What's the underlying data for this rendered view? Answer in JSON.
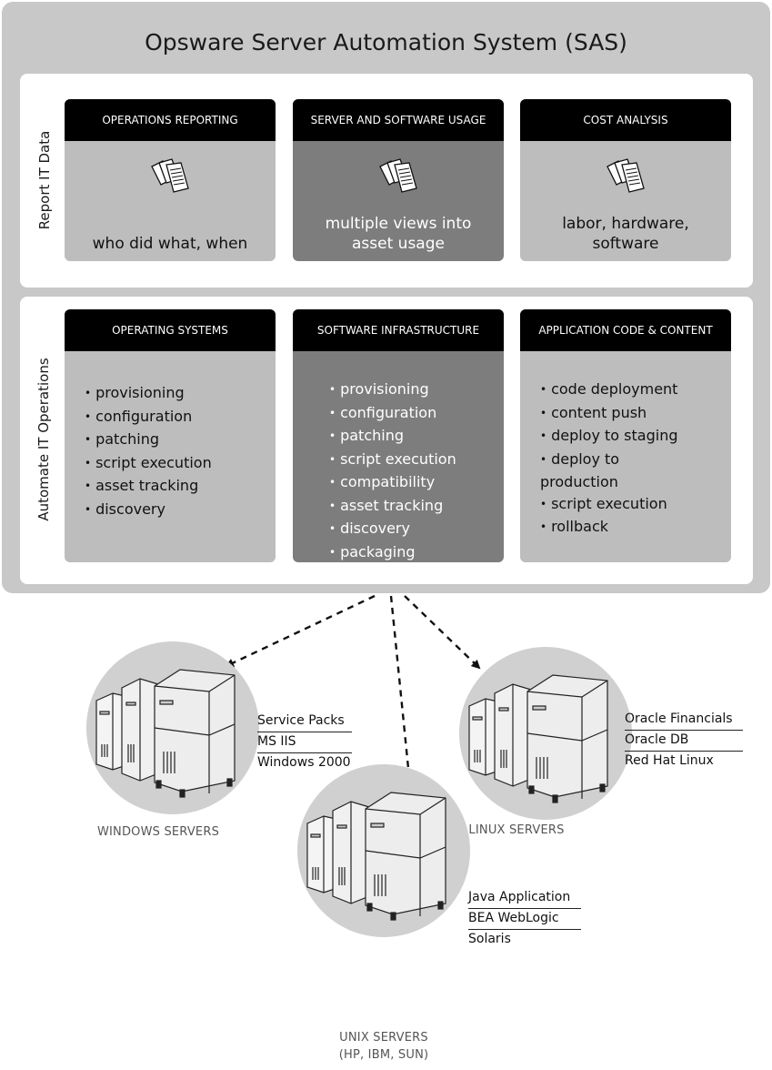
{
  "title": "Opsware Server Automation System (SAS)",
  "sections": {
    "report": {
      "label": "Report IT Data",
      "cards": [
        {
          "header": "OPERATIONS REPORTING",
          "body": "who did what, when",
          "icon": "documents-icon"
        },
        {
          "header": "SERVER AND SOFTWARE USAGE",
          "body": "multiple views into asset usage",
          "icon": "documents-icon"
        },
        {
          "header": "COST ANALYSIS",
          "body": "labor, hardware, software",
          "icon": "documents-icon"
        }
      ]
    },
    "automate": {
      "label": "Automate IT Operations",
      "cards": [
        {
          "header": "OPERATING SYSTEMS",
          "items": [
            "provisioning",
            "configuration",
            "patching",
            "script execution",
            "asset tracking",
            "discovery"
          ]
        },
        {
          "header": "SOFTWARE INFRASTRUCTURE",
          "items": [
            "provisioning",
            "configuration",
            "patching",
            "script execution",
            "compatibility",
            "asset tracking",
            "discovery",
            "packaging"
          ]
        },
        {
          "header": "APPLICATION CODE & CONTENT",
          "items": [
            "code deployment",
            "content push",
            "deploy to staging",
            "deploy to production",
            "script execution",
            "rollback"
          ]
        }
      ]
    }
  },
  "server_groups": {
    "windows": {
      "label": "WINDOWS SERVERS",
      "software": [
        "Service Packs",
        "MS IIS",
        "Windows 2000"
      ]
    },
    "linux": {
      "label": "LINUX SERVERS",
      "software": [
        "Oracle Financials",
        "Oracle DB",
        "Red Hat Linux"
      ]
    },
    "unix": {
      "label": "UNIX SERVERS",
      "sublabel": "(HP, IBM, SUN)",
      "software": [
        "Java Application",
        "BEA WebLogic",
        "Solaris"
      ]
    }
  },
  "colors": {
    "outer_bg": "#c8c8c8",
    "card_light": "#bdbdbd",
    "card_dark": "#7d7d7d",
    "header_bg": "#000000",
    "circle": "#cfcfcf"
  }
}
